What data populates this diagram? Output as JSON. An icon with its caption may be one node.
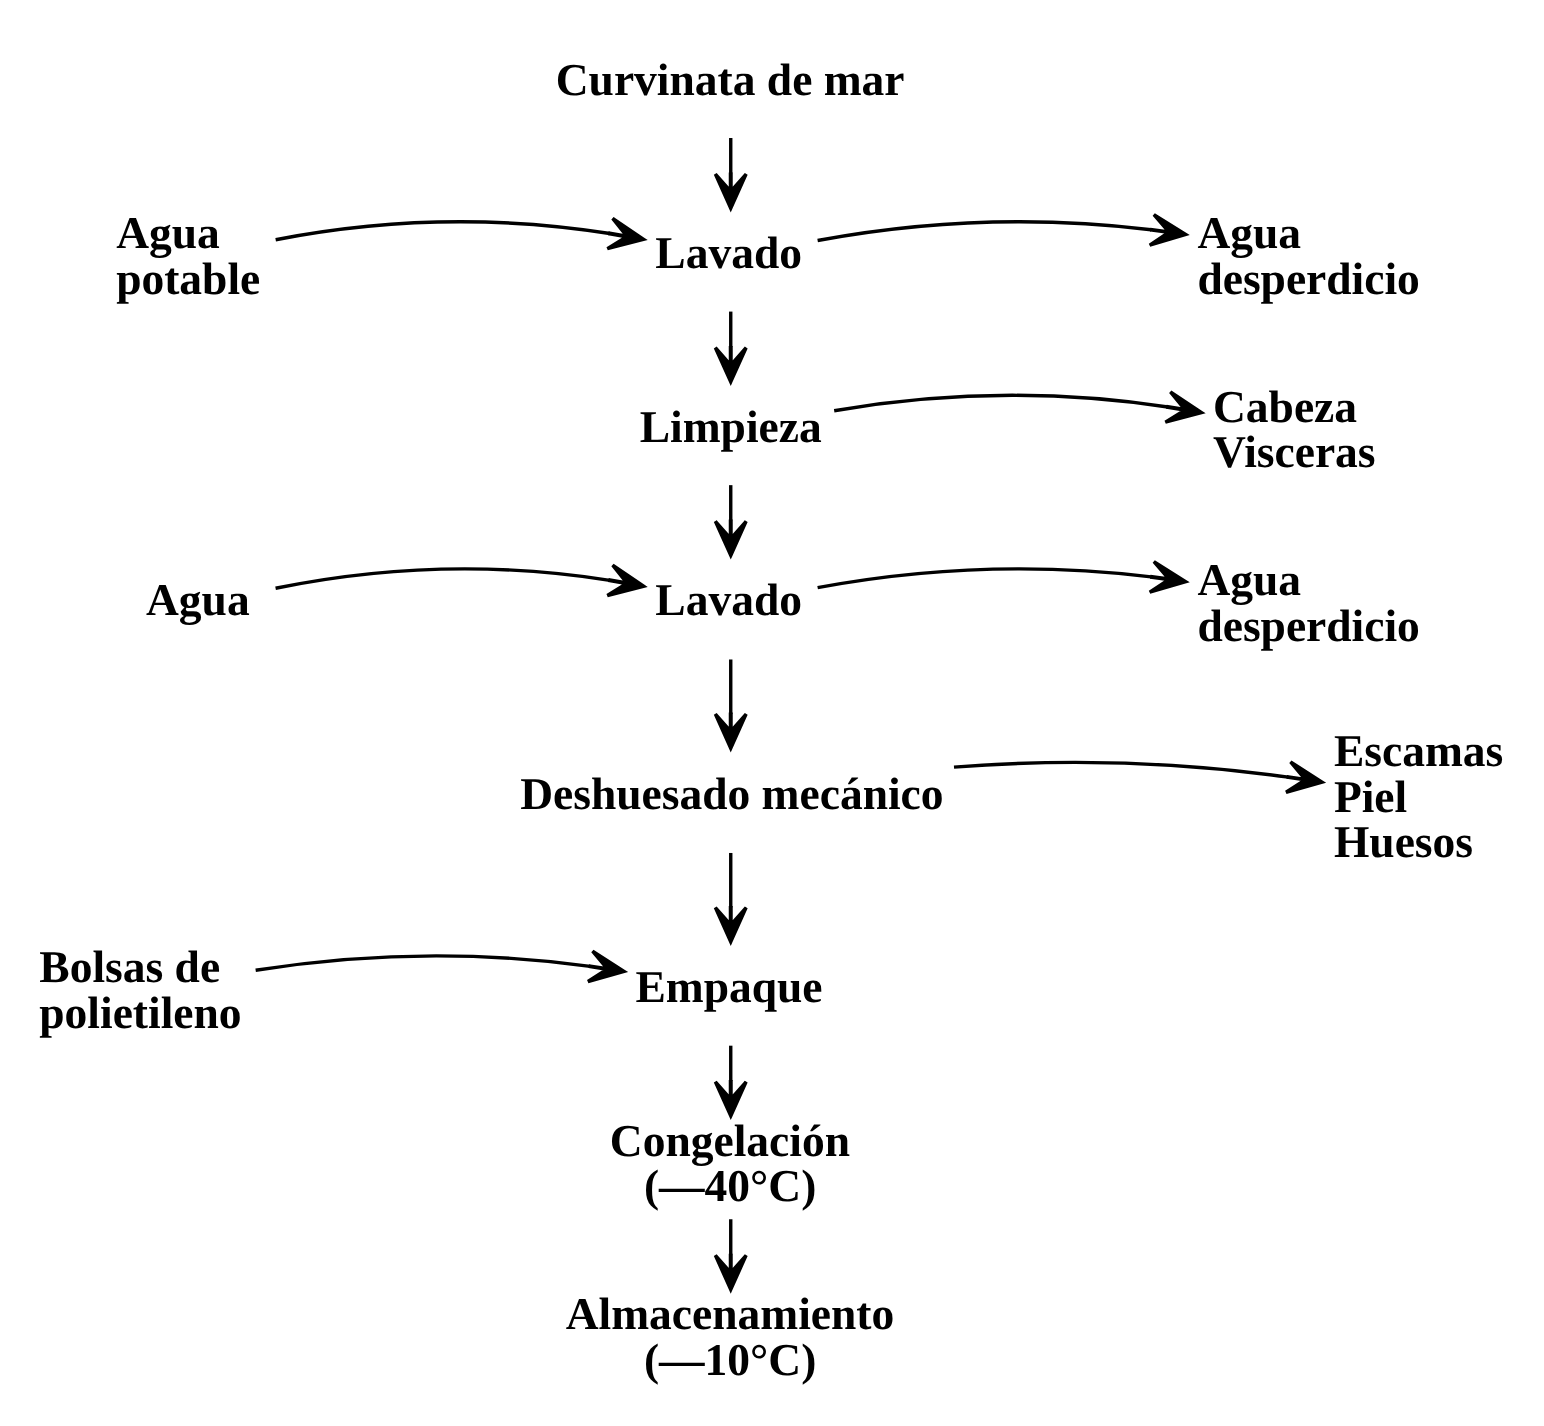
{
  "diagram": {
    "nodes": [
      {
        "text": [
          "Curvinata de mar"
        ]
      },
      {
        "text": [
          "Agua potable"
        ]
      },
      {
        "text": [
          "Lavado"
        ]
      },
      {
        "text": [
          "Agua desperdicio"
        ]
      },
      {
        "text": [
          "Limpieza"
        ]
      },
      {
        "text": [
          "Cabeza Visceras"
        ]
      },
      {
        "text": [
          "Agua"
        ]
      },
      {
        "text": [
          "Lavado"
        ]
      },
      {
        "text": [
          "Agua desperdicio"
        ]
      },
      {
        "text": [
          "Deshuesado mecánico"
        ]
      },
      {
        "text": [
          "Escamas Piel Huesos"
        ]
      },
      {
        "text": [
          "Bolsas de polietileno"
        ]
      },
      {
        "text": [
          "Empaque"
        ]
      },
      {
        "text": [
          "Congelación",
          "(—40°C)"
        ]
      },
      {
        "text": [
          "Almacenamiento",
          "(—10°C)"
        ]
      }
    ],
    "edges": [
      {
        "from": 0,
        "to": 2,
        "arrow": "to"
      },
      {
        "from": 1,
        "to": 2,
        "arrow": "to"
      },
      {
        "from": 2,
        "to": 3,
        "arrow": "to"
      },
      {
        "from": 2,
        "to": 4,
        "arrow": "to"
      },
      {
        "from": 4,
        "to": 5,
        "arrow": "to"
      },
      {
        "from": 4,
        "to": 7,
        "arrow": "to"
      },
      {
        "from": 6,
        "to": 7,
        "arrow": "to"
      },
      {
        "from": 7,
        "to": 8,
        "arrow": "to"
      },
      {
        "from": 7,
        "to": 9,
        "arrow": "to"
      },
      {
        "from": 9,
        "to": 10,
        "arrow": "to"
      },
      {
        "from": 9,
        "to": 12,
        "arrow": "to"
      },
      {
        "from": 11,
        "to": 12,
        "arrow": "to"
      },
      {
        "from": 12,
        "to": 13,
        "arrow": "to"
      },
      {
        "from": 13,
        "to": 14,
        "arrow": "to"
      }
    ]
  }
}
